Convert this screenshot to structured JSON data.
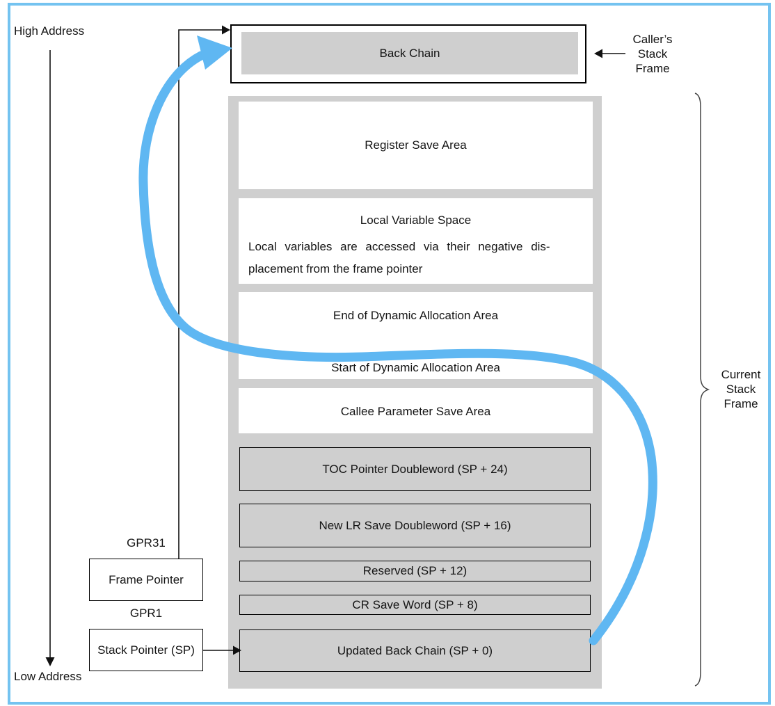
{
  "colors": {
    "page_frame_border": "#74C3F0",
    "back_chain_arrow_blue": "#5FB7F2",
    "gray_fill": "#CFCFCF",
    "line_black": "#111111"
  },
  "side_labels": {
    "high_address": "High Address",
    "low_address": "Low Address",
    "gpr31": "GPR31",
    "gpr1": "GPR1"
  },
  "register_boxes": {
    "frame_pointer": "Frame Pointer",
    "stack_pointer": "Stack Pointer (SP)"
  },
  "caller_frame": {
    "line1": "Caller’s",
    "line2": "Stack",
    "line3": "Frame"
  },
  "current_frame": {
    "line1": "Current",
    "line2": "Stack",
    "line3": "Frame"
  },
  "back_chain": {
    "label": "Back Chain"
  },
  "stack_sections": {
    "register_save": "Register Save Area",
    "local_variable_title": "Local Variable Space",
    "local_variable_desc_line1": "Local variables are accessed via their negative dis-",
    "local_variable_desc_line2": "placement from the frame pointer",
    "dynamic_end": "End of Dynamic Allocation Area",
    "dynamic_start": "Start of Dynamic Allocation Area",
    "callee_param": "Callee Parameter Save Area",
    "toc_pointer": "TOC Pointer Doubleword (SP + 24)",
    "new_lr_save": "New LR Save Doubleword (SP + 16)",
    "reserved": "Reserved (SP + 12)",
    "cr_save": "CR Save Word (SP + 8)",
    "updated_back_chain": "Updated Back Chain (SP + 0)"
  }
}
